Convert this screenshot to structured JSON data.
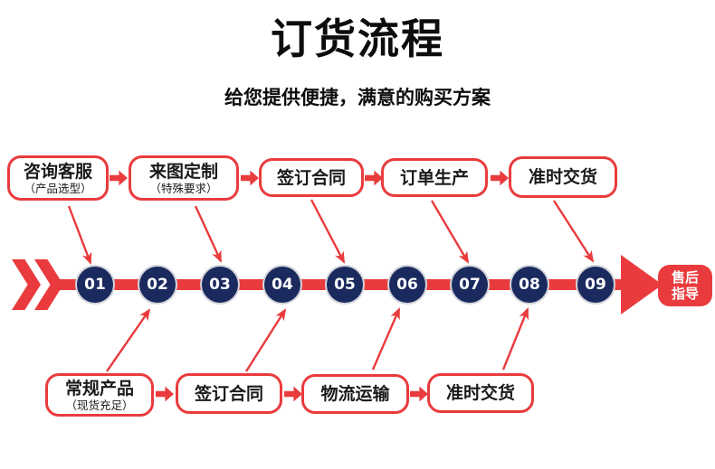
{
  "header": {
    "title": "订货流程",
    "subtitle": "给您提供便捷，满意的购买方案"
  },
  "top_row": [
    {
      "line1": "咨询客服",
      "line2": "（产品选型）"
    },
    {
      "line1": "来图定制",
      "line2": "（特殊要求）"
    },
    {
      "line1": "签订合同"
    },
    {
      "line1": "订单生产"
    },
    {
      "line1": "准时交货"
    }
  ],
  "bottom_row": [
    {
      "line1": "常规产品",
      "line2": "（现货充足）"
    },
    {
      "line1": "签订合同"
    },
    {
      "line1": "物流运输"
    },
    {
      "line1": "准时交货"
    }
  ],
  "timeline": {
    "steps": [
      "01",
      "02",
      "03",
      "04",
      "05",
      "06",
      "07",
      "08",
      "09"
    ],
    "end_badge": {
      "line1": "售后",
      "line2": "指导"
    }
  },
  "colors": {
    "red": "#e93b3d",
    "navy": "#1a2a5e",
    "ring": "#d3d5da"
  }
}
